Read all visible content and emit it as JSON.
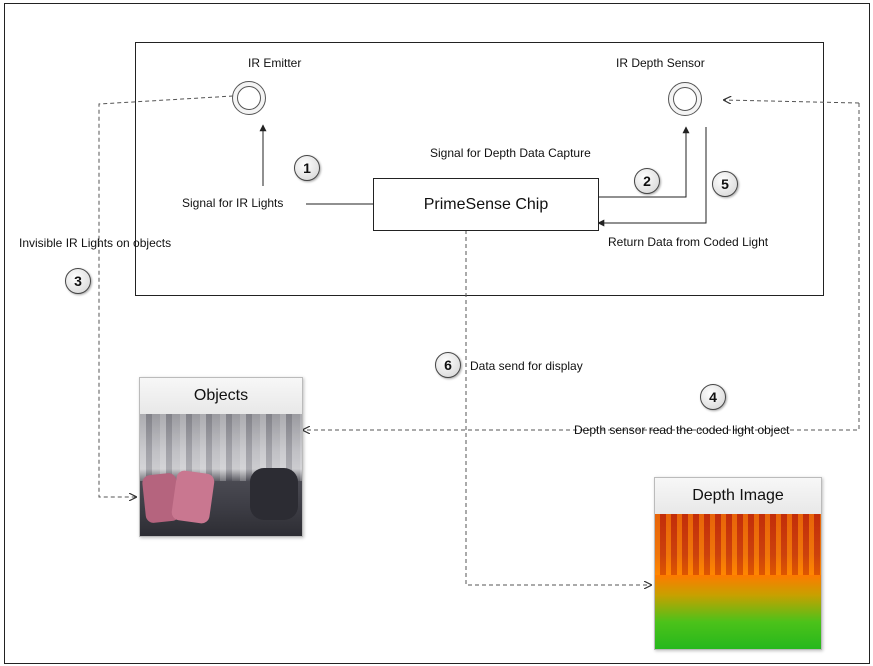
{
  "nodes": {
    "ir_emitter": "IR Emitter",
    "ir_depth_sensor": "IR Depth Sensor",
    "chip": "PrimeSense Chip"
  },
  "labels": {
    "signal_ir_lights": "Signal for IR Lights",
    "signal_depth_capture": "Signal for Depth Data Capture",
    "return_data": "Return Data from Coded Light",
    "invisible_ir": "Invisible IR Lights on objects",
    "data_send": "Data send for display",
    "depth_sensor_read": "Depth  sensor read the  coded light object"
  },
  "steps": [
    "1",
    "2",
    "3",
    "4",
    "5",
    "6"
  ],
  "cards": {
    "objects": "Objects",
    "depth_image": "Depth Image"
  }
}
